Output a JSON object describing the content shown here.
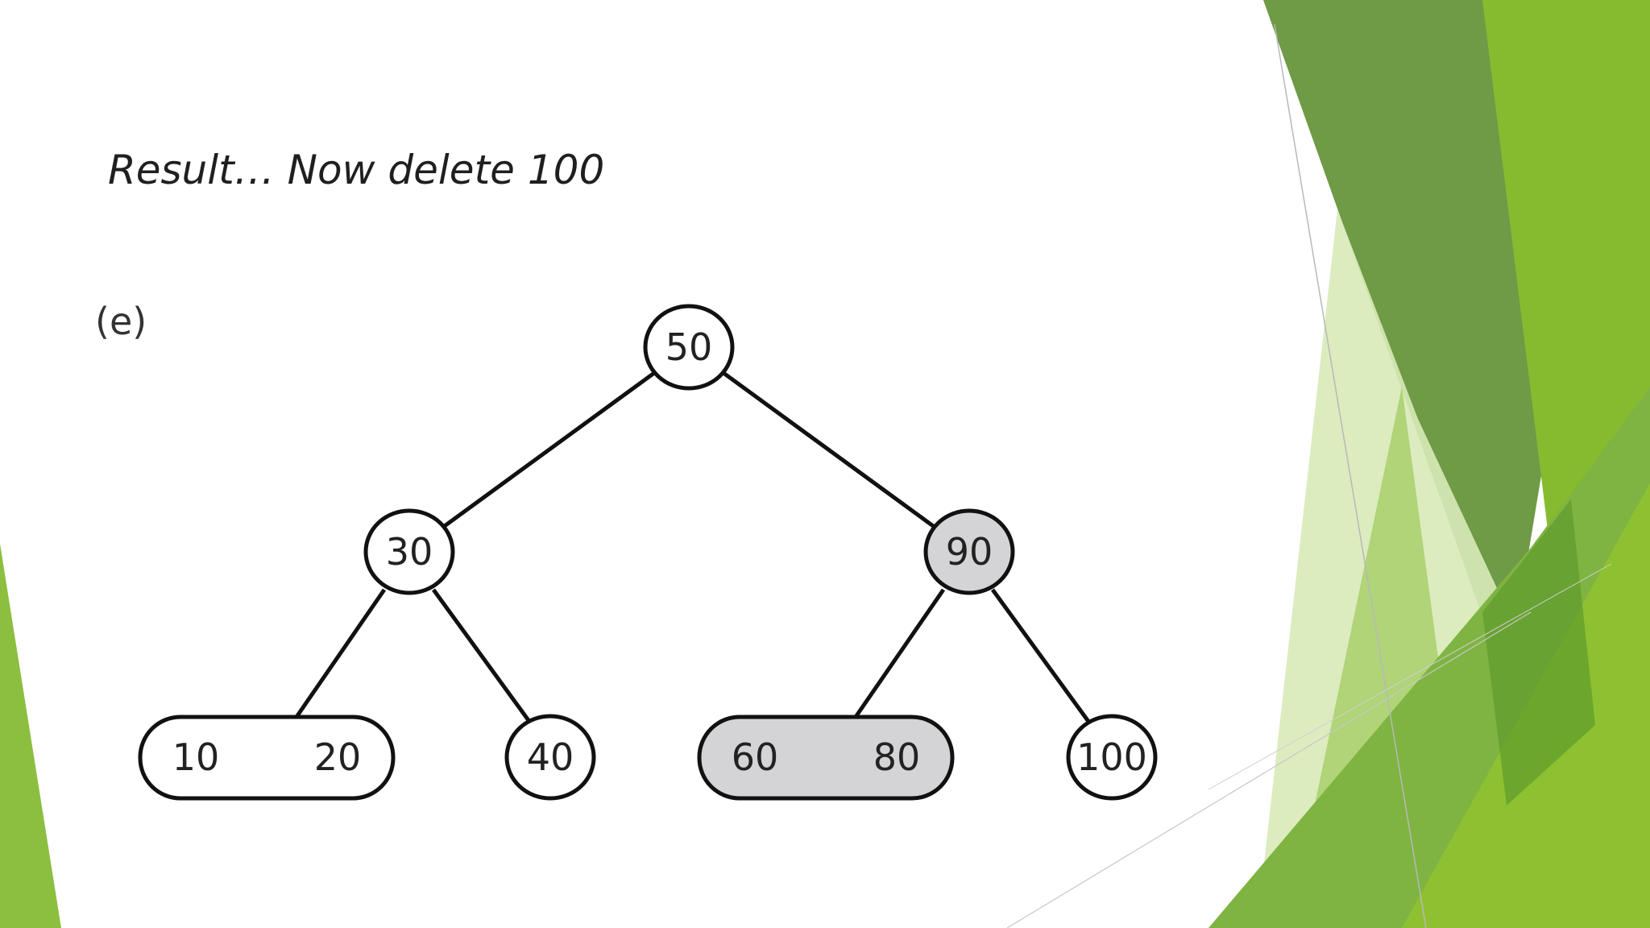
{
  "slide": {
    "title": "Result… Now delete 100",
    "panel_label": "(e)"
  },
  "tree": {
    "nodes": [
      {
        "id": "n50",
        "keys": [
          "50"
        ],
        "highlighted": false
      },
      {
        "id": "n30",
        "keys": [
          "30"
        ],
        "highlighted": false
      },
      {
        "id": "n90",
        "keys": [
          "90"
        ],
        "highlighted": true
      },
      {
        "id": "n10-20",
        "keys": [
          "10",
          "20"
        ],
        "highlighted": false
      },
      {
        "id": "n40",
        "keys": [
          "40"
        ],
        "highlighted": false
      },
      {
        "id": "n60-80",
        "keys": [
          "60",
          "80"
        ],
        "highlighted": true
      },
      {
        "id": "n100",
        "keys": [
          "100"
        ],
        "highlighted": false
      }
    ],
    "edges": [
      [
        "n50",
        "n30"
      ],
      [
        "n50",
        "n90"
      ],
      [
        "n30",
        "n10-20"
      ],
      [
        "n30",
        "n40"
      ],
      [
        "n90",
        "n60-80"
      ],
      [
        "n90",
        "n100"
      ]
    ]
  },
  "colors": {
    "node_fill": "#ffffff",
    "node_highlight_fill": "#d4d4d6",
    "stroke": "#111111",
    "accent_dark": "#5c8f3a",
    "accent_light": "#92c23c"
  }
}
